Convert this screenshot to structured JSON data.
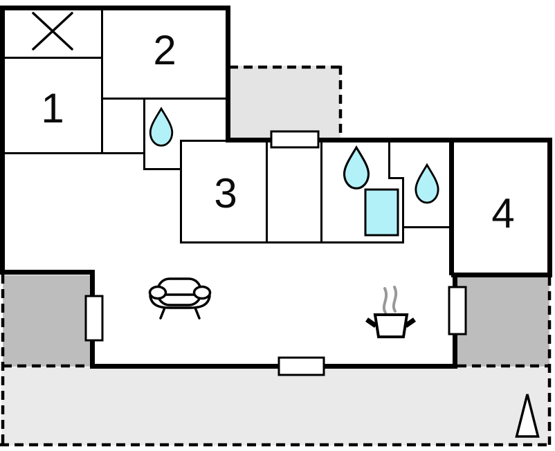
{
  "floor_plan": {
    "rooms": [
      {
        "label": "1"
      },
      {
        "label": "2"
      },
      {
        "label": "3"
      },
      {
        "label": "4"
      }
    ],
    "colors": {
      "wall": "#000000",
      "water_feature": "#b3f1f8",
      "balcony": "#e4e4e4",
      "terrace": "#bdbdbd",
      "ground": "#eaeaea",
      "steam": "#999999",
      "background": "#ffffff"
    },
    "icons": [
      "cross-icon",
      "water-drop-icon",
      "shower-icon",
      "sofa-icon",
      "cooking-pot-icon",
      "steam-icon",
      "north-arrow-icon",
      "window-icon"
    ]
  }
}
